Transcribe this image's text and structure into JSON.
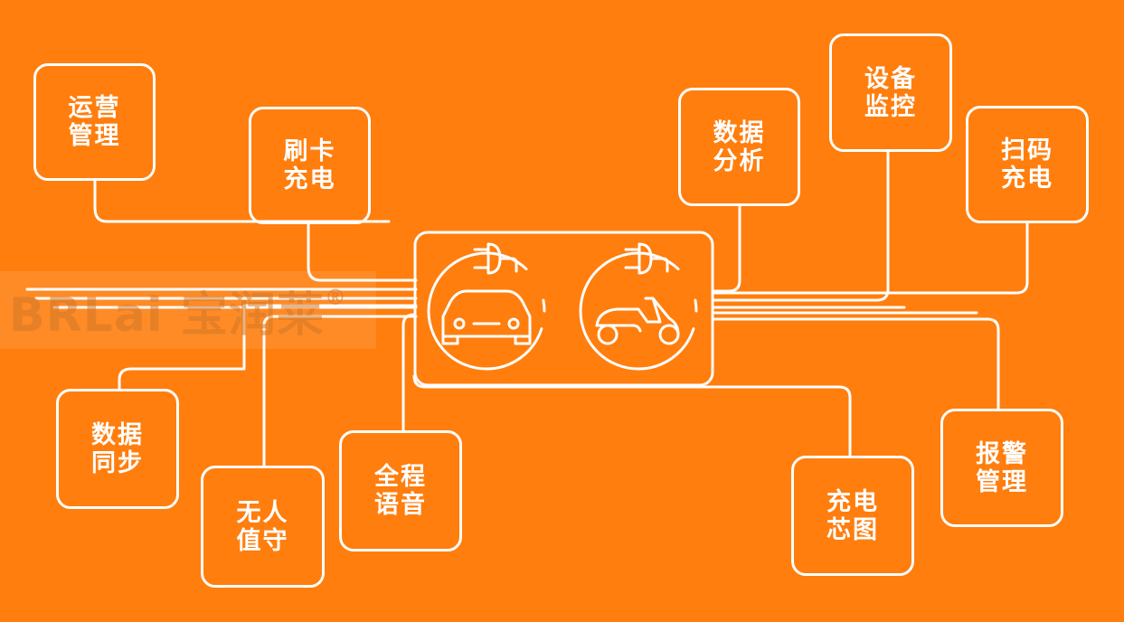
{
  "colors": {
    "background": "#FF7E0E",
    "line": "#FFFFFF"
  },
  "watermark": {
    "text": "BRLai 宝润莱",
    "mark": "®"
  },
  "hub": {
    "icons": [
      "car-plug-icon",
      "scooter-plug-icon"
    ]
  },
  "features": [
    {
      "id": "operation-management",
      "line1": "运营",
      "line2": "管理"
    },
    {
      "id": "card-charging",
      "line1": "刷卡",
      "line2": "充电"
    },
    {
      "id": "data-analysis",
      "line1": "数据",
      "line2": "分析"
    },
    {
      "id": "device-monitoring",
      "line1": "设备",
      "line2": "监控"
    },
    {
      "id": "qr-charging",
      "line1": "扫码",
      "line2": "充电"
    },
    {
      "id": "data-sync",
      "line1": "数据",
      "line2": "同步"
    },
    {
      "id": "unattended",
      "line1": "无人",
      "line2": "值守"
    },
    {
      "id": "voice-guidance",
      "line1": "全程",
      "line2": "语音"
    },
    {
      "id": "charging-chip",
      "line1": "充电",
      "line2": "芯图"
    },
    {
      "id": "alarm-management",
      "line1": "报警",
      "line2": "管理"
    }
  ]
}
